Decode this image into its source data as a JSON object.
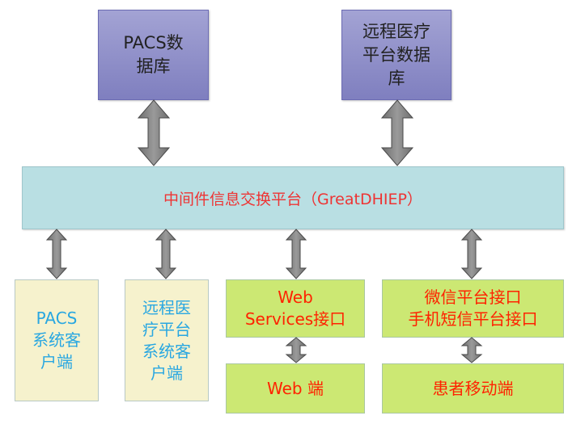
{
  "diagram": {
    "top_nodes": [
      {
        "id": "pacs-database",
        "lines": [
          "PACS数",
          "据库"
        ]
      },
      {
        "id": "telemedicine-database",
        "lines": [
          "远程医疗",
          "平台数据",
          "库"
        ]
      }
    ],
    "middleware": {
      "label": "中间件信息交换平台（GreatDHIEP）"
    },
    "clients": [
      {
        "id": "pacs-client",
        "lines": [
          "PACS",
          "系统客",
          "户端"
        ]
      },
      {
        "id": "telemedicine-client",
        "lines": [
          "远程医",
          "疗平台",
          "系统客",
          "户端"
        ]
      }
    ],
    "interfaces": [
      {
        "id": "web-services-interface",
        "lines": [
          "Web",
          "Services接口"
        ]
      },
      {
        "id": "wechat-sms-interface",
        "lines": [
          "微信平台接口",
          "手机短信平台接口"
        ]
      }
    ],
    "endpoints": [
      {
        "id": "web-endpoint",
        "label": "Web 端"
      },
      {
        "id": "patient-mobile-endpoint",
        "label": "患者移动端"
      }
    ],
    "connections": [
      {
        "from": "pacs-database",
        "to": "middleware",
        "type": "bidirectional"
      },
      {
        "from": "telemedicine-database",
        "to": "middleware",
        "type": "bidirectional"
      },
      {
        "from": "middleware",
        "to": "pacs-client",
        "type": "bidirectional"
      },
      {
        "from": "middleware",
        "to": "telemedicine-client",
        "type": "bidirectional"
      },
      {
        "from": "middleware",
        "to": "web-services-interface",
        "type": "bidirectional"
      },
      {
        "from": "middleware",
        "to": "wechat-sms-interface",
        "type": "bidirectional"
      },
      {
        "from": "web-services-interface",
        "to": "web-endpoint",
        "type": "bidirectional"
      },
      {
        "from": "wechat-sms-interface",
        "to": "patient-mobile-endpoint",
        "type": "bidirectional"
      }
    ],
    "colors": {
      "database_fill": "#8f8fcb",
      "middleware_fill": "#b9dfe3",
      "middleware_text": "#ee3333",
      "client_fill": "#f6f2cd",
      "client_text": "#29a7e1",
      "interface_fill": "#cce873",
      "interface_text": "#ff2200",
      "arrow_fill": "#808080"
    }
  }
}
